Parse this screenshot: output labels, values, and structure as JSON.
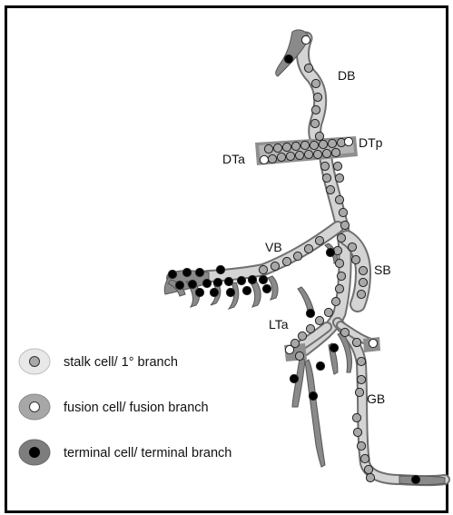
{
  "labels": {
    "DB": "DB",
    "DTp": "DTp",
    "DTa": "DTa",
    "VB": "VB",
    "SB": "SB",
    "LTa": "LTa",
    "GB": "GB"
  },
  "legend": [
    {
      "label": "stalk cell/ 1° branch",
      "cell": "stalk"
    },
    {
      "label": "fusion cell/ fusion branch",
      "cell": "fusion"
    },
    {
      "label": "terminal cell/ terminal branch",
      "cell": "terminal"
    }
  ],
  "colors": {
    "frame": "#000000",
    "stalk_tube": "#c9c9c9",
    "stalk_halo": "#e6e6e6",
    "branch_outline": "#7a7a7a",
    "fusion_cell": "#ffffff",
    "terminal_cell": "#000000",
    "terminal_body": "#8a8a8a",
    "nucleus_gray": "#a8a8a8"
  }
}
